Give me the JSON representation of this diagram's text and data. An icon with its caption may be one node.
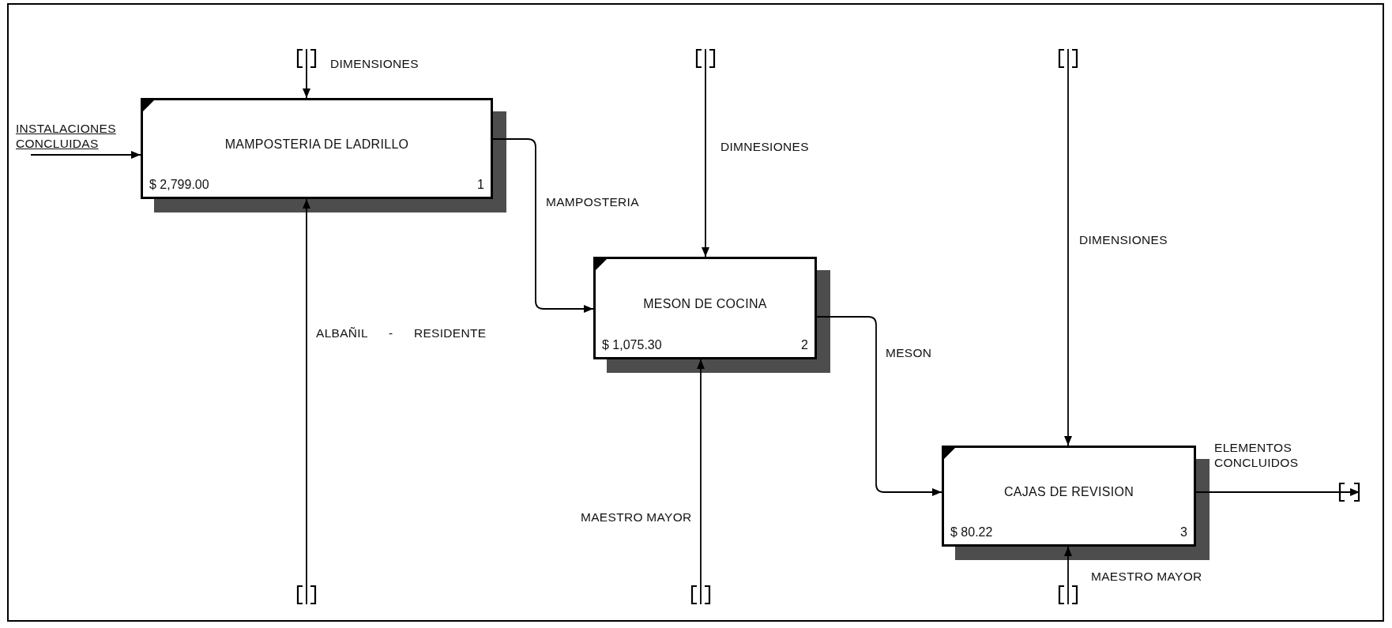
{
  "diagram": {
    "nodes": [
      {
        "text": [
          "MAMPOSTERIA DE LADRILLO",
          "$ 2,799.00",
          "1"
        ]
      },
      {
        "text": [
          "MESON DE COCINA",
          "$ 1,075.30",
          "2"
        ]
      },
      {
        "text": [
          "CAJAS DE REVISION",
          "$ 80.22",
          "3"
        ]
      },
      {
        "text": [],
        "shape": "bracket"
      },
      {
        "text": [],
        "shape": "bracket"
      },
      {
        "text": [],
        "shape": "bracket"
      },
      {
        "text": [],
        "shape": "bracket"
      },
      {
        "text": [],
        "shape": "bracket"
      },
      {
        "text": [],
        "shape": "bracket"
      },
      {
        "text": [],
        "shape": "bracket"
      }
    ],
    "edges": [
      {
        "from": null,
        "to": 0,
        "arrow": "to",
        "label": "INSTALACIONES CONCLUIDAS"
      },
      {
        "from": 3,
        "to": 0,
        "arrow": "to",
        "label": "DIMENSIONES"
      },
      {
        "from": 6,
        "to": 0,
        "arrow": "to",
        "label": "ALBAÑIL - RESIDENTE"
      },
      {
        "from": 0,
        "to": 1,
        "arrow": "to",
        "label": "MAMPOSTERIA"
      },
      {
        "from": 4,
        "to": 1,
        "arrow": "to",
        "label": "DIMNESIONES"
      },
      {
        "from": 7,
        "to": 1,
        "arrow": "to",
        "label": "MAESTRO MAYOR"
      },
      {
        "from": 1,
        "to": 2,
        "arrow": "to",
        "label": "MESON"
      },
      {
        "from": 5,
        "to": 2,
        "arrow": "to",
        "label": "DIMENSIONES"
      },
      {
        "from": 8,
        "to": 2,
        "arrow": "to",
        "label": "MAESTRO MAYOR"
      },
      {
        "from": 2,
        "to": 9,
        "arrow": "to",
        "label": "ELEMENTOS CONCLUIDOS"
      }
    ]
  }
}
